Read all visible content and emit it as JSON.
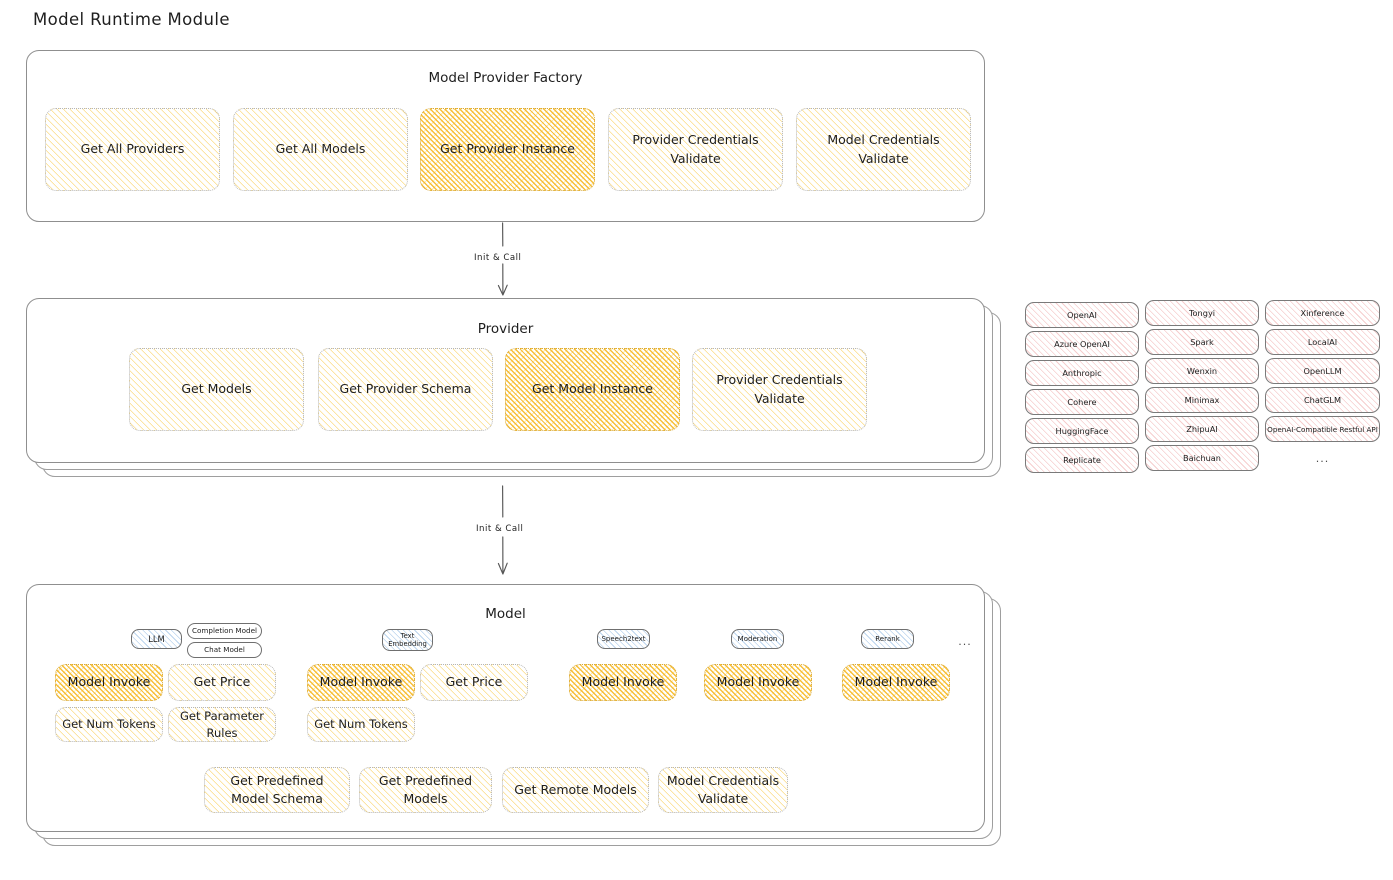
{
  "title": "Model Runtime Module",
  "colors": {
    "accent_yellow": "#facf57",
    "accent_yellow_strong": "#f6ba29",
    "accent_pink": "#e87c7c",
    "accent_blue": "#5c9ad6",
    "stroke": "#8f8f8f",
    "text": "#1e1e1e"
  },
  "factory": {
    "title": "Model Provider Factory",
    "boxes": [
      {
        "label": "Get All Providers",
        "highlighted": false
      },
      {
        "label": "Get All Models",
        "highlighted": false
      },
      {
        "label": "Get Provider Instance",
        "highlighted": true
      },
      {
        "label": "Provider Credentials Validate",
        "highlighted": false
      },
      {
        "label": "Model Credentials Validate",
        "highlighted": false
      }
    ]
  },
  "arrows": {
    "factory_to_provider": "Init & Call",
    "provider_to_model": "Init & Call"
  },
  "provider": {
    "title": "Provider",
    "boxes": [
      {
        "label": "Get Models",
        "highlighted": false
      },
      {
        "label": "Get Provider Schema",
        "highlighted": false
      },
      {
        "label": "Get Model Instance",
        "highlighted": true
      },
      {
        "label": "Provider Credentials Validate",
        "highlighted": false
      }
    ]
  },
  "provider_list": {
    "columns": [
      [
        "OpenAI",
        "Azure OpenAI",
        "Anthropic",
        "Cohere",
        "HuggingFace",
        "Replicate"
      ],
      [
        "Tongyi",
        "Spark",
        "Wenxin",
        "Minimax",
        "ZhipuAI",
        "Baichuan"
      ],
      [
        "Xinference",
        "LocalAI",
        "OpenLLM",
        "ChatGLM",
        "OpenAI-Compatible Restful API"
      ]
    ],
    "more": "..."
  },
  "model": {
    "title": "Model",
    "more": "...",
    "types": [
      {
        "name": "LLM",
        "sub_badges": [
          "Completion Model",
          "Chat Model"
        ],
        "methods": [
          {
            "label": "Model Invoke",
            "highlighted": true
          },
          {
            "label": "Get Price",
            "highlighted": false
          },
          {
            "label": "Get Num Tokens",
            "highlighted": false
          },
          {
            "label": "Get Parameter Rules",
            "highlighted": false
          }
        ]
      },
      {
        "name": "Text Embedding",
        "sub_badges": [],
        "methods": [
          {
            "label": "Model Invoke",
            "highlighted": true
          },
          {
            "label": "Get Price",
            "highlighted": false
          },
          {
            "label": "Get Num Tokens",
            "highlighted": false
          }
        ]
      },
      {
        "name": "Speech2text",
        "sub_badges": [],
        "methods": [
          {
            "label": "Model Invoke",
            "highlighted": true
          }
        ]
      },
      {
        "name": "Moderation",
        "sub_badges": [],
        "methods": [
          {
            "label": "Model Invoke",
            "highlighted": true
          }
        ]
      },
      {
        "name": "Rerank",
        "sub_badges": [],
        "methods": [
          {
            "label": "Model Invoke",
            "highlighted": true
          }
        ]
      }
    ],
    "common_methods": [
      "Get Predefined Model Schema",
      "Get Predefined Models",
      "Get Remote Models",
      "Model Credentials Validate"
    ]
  }
}
